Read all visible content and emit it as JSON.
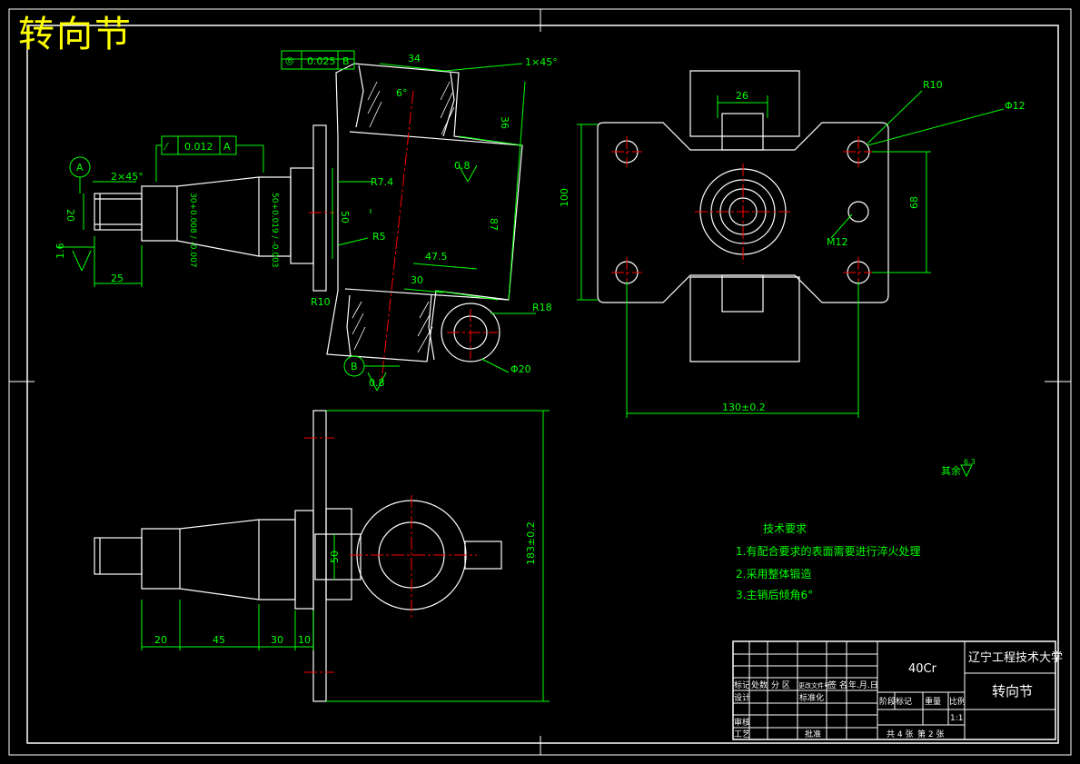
{
  "title": "转向节",
  "top_view": {
    "tol_frame1_value": "0.025",
    "tol_frame1_datum": "B",
    "dim_34": "34",
    "chamfer_1x45": "1×45°",
    "angle_6": "6°",
    "dim_36": "36",
    "r7_4": "R7.4",
    "rough_0_8a": "0.8",
    "dim_50v": "50",
    "dim_87": "87",
    "r5": "R5",
    "dim_47_5": "47.5",
    "dim_30": "30",
    "r18": "R18",
    "r10_small": "R10",
    "phi20": "Φ20",
    "datum_b": "B",
    "rough_0_8b": "0.8",
    "tol_frame2_value": "0.012",
    "tol_frame2_datum": "A",
    "datum_a": "A",
    "chamfer_2x45": "2×45°",
    "dim_20": "20",
    "rough_1_6": "1.6",
    "dim_25": "25",
    "shaft_dia_30": "30+0.008 / -0.007",
    "shaft_dia_50": "50+0.019 / -0.003"
  },
  "right_view": {
    "dim_26": "26",
    "r10": "R10",
    "phi12": "Φ12",
    "dim_100": "100",
    "dim_68": "68",
    "m12": "M12",
    "dim_130": "130±0.2",
    "rest_rough": "其余",
    "rest_rough_value": "6.3"
  },
  "bottom_view": {
    "dim_50": "50",
    "dim_183": "183±0.2",
    "dims": [
      "20",
      "45",
      "30",
      "10"
    ]
  },
  "notes": {
    "heading": "技术要求",
    "items": [
      "1.有配合要求的表面需要进行淬火处理",
      "2.采用整体锻造",
      "3.主销后倾角6°"
    ]
  },
  "title_block": {
    "material": "40Cr",
    "school": "辽宁工程技术大学",
    "part_name": "转向节",
    "scale": "1:1",
    "labels": {
      "mark": "标记",
      "count": "处数",
      "zone": "分 区",
      "doc_no": "更改文件号",
      "sign": "签 名",
      "date": "年.月.日",
      "design": "设计",
      "std": "标准化",
      "stage": "阶段标记",
      "weight": "重量",
      "ratio": "比例",
      "review": "审核",
      "process": "工艺",
      "approve": "批准",
      "total": "共 4  张",
      "sheet": "第  2  张"
    }
  },
  "colors": {
    "outline": "#ffffff",
    "dimension": "#00ff00",
    "center": "#ff0000",
    "title": "#ffff00"
  }
}
